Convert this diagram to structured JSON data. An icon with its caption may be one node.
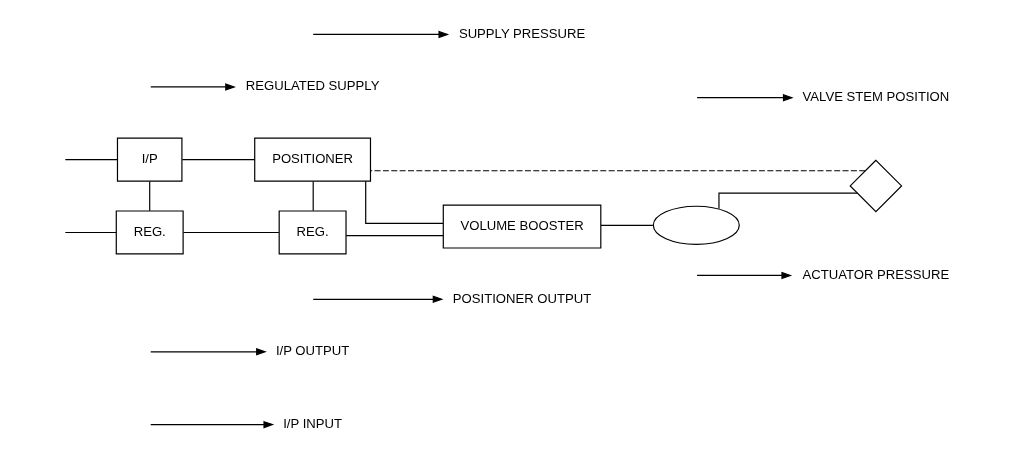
{
  "diagram": {
    "nodes": [
      {
        "text": [
          "I/P INPUT"
        ]
      },
      {
        "text": [
          "I/P OUTPUT"
        ]
      },
      {
        "text": [
          "POSITIONER OUTPUT"
        ]
      },
      {
        "text": [
          "ACTUATOR PRESSURE"
        ]
      },
      {
        "text": [],
        "shape": "ellipse"
      },
      {
        "text": [
          "I/P"
        ]
      },
      {
        "text": [
          "POSITIONER"
        ]
      },
      {
        "text": [
          "VOLUME BOOSTER"
        ]
      },
      {
        "text": [
          "VALVE STEM POSITION"
        ]
      },
      {
        "text": [
          "REGULATED SUPPLY"
        ]
      },
      {
        "text": [
          "SUPPLY PRESSURE"
        ]
      },
      {
        "text": [
          "REG."
        ]
      },
      {
        "text": [
          "REG."
        ]
      },
      {
        "text": [],
        "shape": "valve"
      }
    ],
    "edges": [
      {
        "from": null,
        "to": 5,
        "arrow": "none"
      },
      {
        "from": 5,
        "to": 6,
        "arrow": "none"
      },
      {
        "from": 6,
        "to": 7,
        "arrow": "none"
      },
      {
        "from": 7,
        "to": 4,
        "arrow": "none"
      },
      {
        "from": 4,
        "to": 13,
        "arrow": "none"
      },
      {
        "from": 13,
        "to": 6,
        "arrow": "none",
        "style": "dashed"
      },
      {
        "from": 5,
        "to": 11,
        "arrow": "none"
      },
      {
        "from": 6,
        "to": 12,
        "arrow": "none"
      },
      {
        "from": null,
        "to": 11,
        "arrow": "none"
      },
      {
        "from": 11,
        "to": 12,
        "arrow": "none"
      },
      {
        "from": 12,
        "to": 7,
        "arrow": "none"
      },
      {
        "from": null,
        "to": 0,
        "arrow": "to"
      },
      {
        "from": null,
        "to": 1,
        "arrow": "to"
      },
      {
        "from": null,
        "to": 2,
        "arrow": "to"
      },
      {
        "from": null,
        "to": 3,
        "arrow": "to"
      },
      {
        "from": null,
        "to": 8,
        "arrow": "to"
      },
      {
        "from": null,
        "to": 9,
        "arrow": "to"
      },
      {
        "from": null,
        "to": 10,
        "arrow": "to"
      }
    ]
  }
}
